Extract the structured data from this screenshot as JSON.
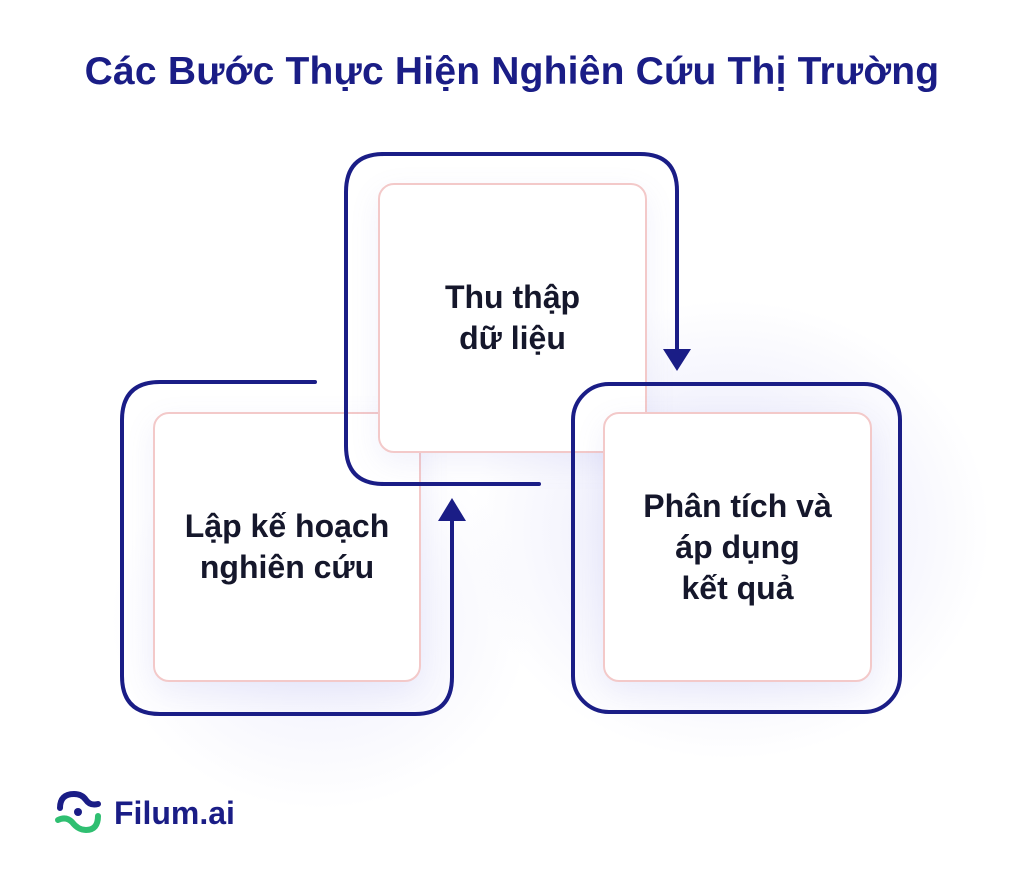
{
  "title": "Các Bước Thực Hiện Nghiên Cứu Thị Trường",
  "steps": [
    {
      "label": "Lập kế hoạch\nnghiên cứu"
    },
    {
      "label": "Thu thập\ndữ liệu"
    },
    {
      "label": "Phân tích và\náp dụng\nkết quả"
    }
  ],
  "brand": {
    "name": "Filum.ai",
    "icon": "filum-logo-icon"
  },
  "colors": {
    "navy": "#1a1d86",
    "card_border": "#f3c9c9",
    "logo_green": "#2fbf71"
  }
}
